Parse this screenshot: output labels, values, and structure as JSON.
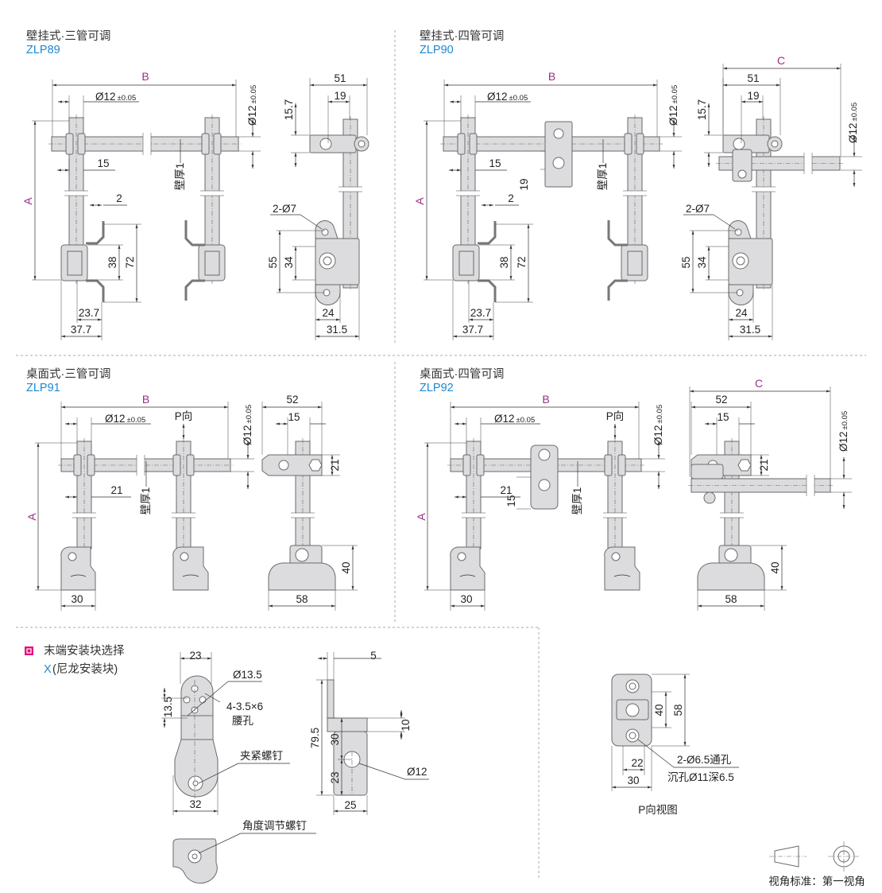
{
  "views": [
    {
      "title": "壁挂式·三管可调",
      "code": "ZLP89",
      "dims": [
        "15",
        "2",
        "38",
        "72",
        "23.7",
        "37.7",
        "51",
        "19",
        "15.7",
        "2-Ø7",
        "55",
        "34",
        "24",
        "31.5"
      ]
    },
    {
      "title": "壁挂式·四管可调",
      "code": "ZLP90",
      "dims": [
        "15",
        "2",
        "38",
        "72",
        "23.7",
        "37.7",
        "51",
        "19",
        "15.7",
        "2-Ø7",
        "55",
        "34",
        "24",
        "31.5",
        "19"
      ]
    },
    {
      "title": "桌面式·三管可调",
      "code": "ZLP91",
      "dims": [
        "21",
        "30",
        "52",
        "15",
        "21",
        "40",
        "58"
      ]
    },
    {
      "title": "桌面式·四管可调",
      "code": "ZLP92",
      "dims": [
        "21",
        "15",
        "30",
        "52",
        "15",
        "21",
        "40",
        "58"
      ]
    }
  ],
  "common": {
    "A": "A",
    "B": "B",
    "C": "C",
    "dia": "Ø12",
    "tol": "±0.05",
    "wall": "壁厚1",
    "p_dir": "P向"
  },
  "end_block": {
    "heading": "末端安装块选择",
    "option_code": "X",
    "option_name": "(尼龙安装块)",
    "dims": [
      "23",
      "Ø13.5",
      "13.5",
      "4-3.5×6",
      "腰孔",
      "夹紧螺钉",
      "32",
      "角度调节螺钉",
      "5",
      "79.5",
      "30",
      "10",
      "23",
      "Ø12",
      "25"
    ]
  },
  "p_view": {
    "title": "P向视图",
    "dims": [
      "40",
      "58",
      "2-Ø6.5通孔",
      "沉孔Ø11深6.5",
      "22",
      "30"
    ]
  },
  "footer": {
    "projection_label": "视角标准：第一视角"
  },
  "colors": {
    "accent_blue": "#1e88d0",
    "dimension_letter": "#9b2d87",
    "legend_marker": "#e2127a"
  }
}
